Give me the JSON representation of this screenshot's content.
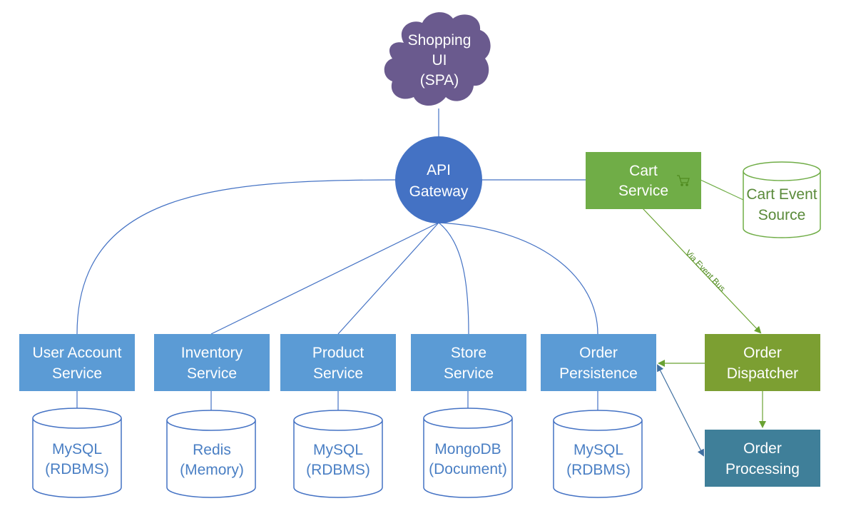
{
  "colors": {
    "cloud": "#6a5a8e",
    "gateway": "#4472c4",
    "service_blue": "#5b9bd5",
    "cart_green": "#70ad47",
    "dispatcher_green": "#7c9f32",
    "processing_teal": "#3f7f99",
    "connector_blue": "#4472c4",
    "connector_green": "#6aa232",
    "db_outline": "#4472c4",
    "cart_db_outline": "#70ad47"
  },
  "cloud": {
    "lines": [
      "Shopping",
      "UI",
      "(SPA)"
    ]
  },
  "gateway": {
    "lines": [
      "API",
      "Gateway"
    ]
  },
  "cart_service": {
    "lines": [
      "Cart",
      "Service"
    ],
    "icon": "shopping-cart-icon"
  },
  "cart_event_source": {
    "lines": [
      "Cart Event",
      "Source"
    ]
  },
  "event_bus_label": "Via Event Bus",
  "services": [
    {
      "id": "user-account",
      "lines": [
        "User Account",
        "Service"
      ]
    },
    {
      "id": "inventory",
      "lines": [
        "Inventory",
        "Service"
      ]
    },
    {
      "id": "product",
      "lines": [
        "Product",
        "Service"
      ]
    },
    {
      "id": "store",
      "lines": [
        "Store",
        "Service"
      ]
    },
    {
      "id": "order-persistence",
      "lines": [
        "Order",
        "Persistence"
      ]
    }
  ],
  "databases": [
    {
      "id": "user-account",
      "lines": [
        "MySQL",
        "(RDBMS)"
      ]
    },
    {
      "id": "inventory",
      "lines": [
        "Redis",
        "(Memory)"
      ]
    },
    {
      "id": "product",
      "lines": [
        "MySQL",
        "(RDBMS)"
      ]
    },
    {
      "id": "store",
      "lines": [
        "MongoDB",
        "(Document)"
      ]
    },
    {
      "id": "order-persistence",
      "lines": [
        "MySQL",
        "(RDBMS)"
      ]
    }
  ],
  "order_dispatcher": {
    "lines": [
      "Order",
      "Dispatcher"
    ]
  },
  "order_processing": {
    "lines": [
      "Order",
      "Processing"
    ]
  }
}
